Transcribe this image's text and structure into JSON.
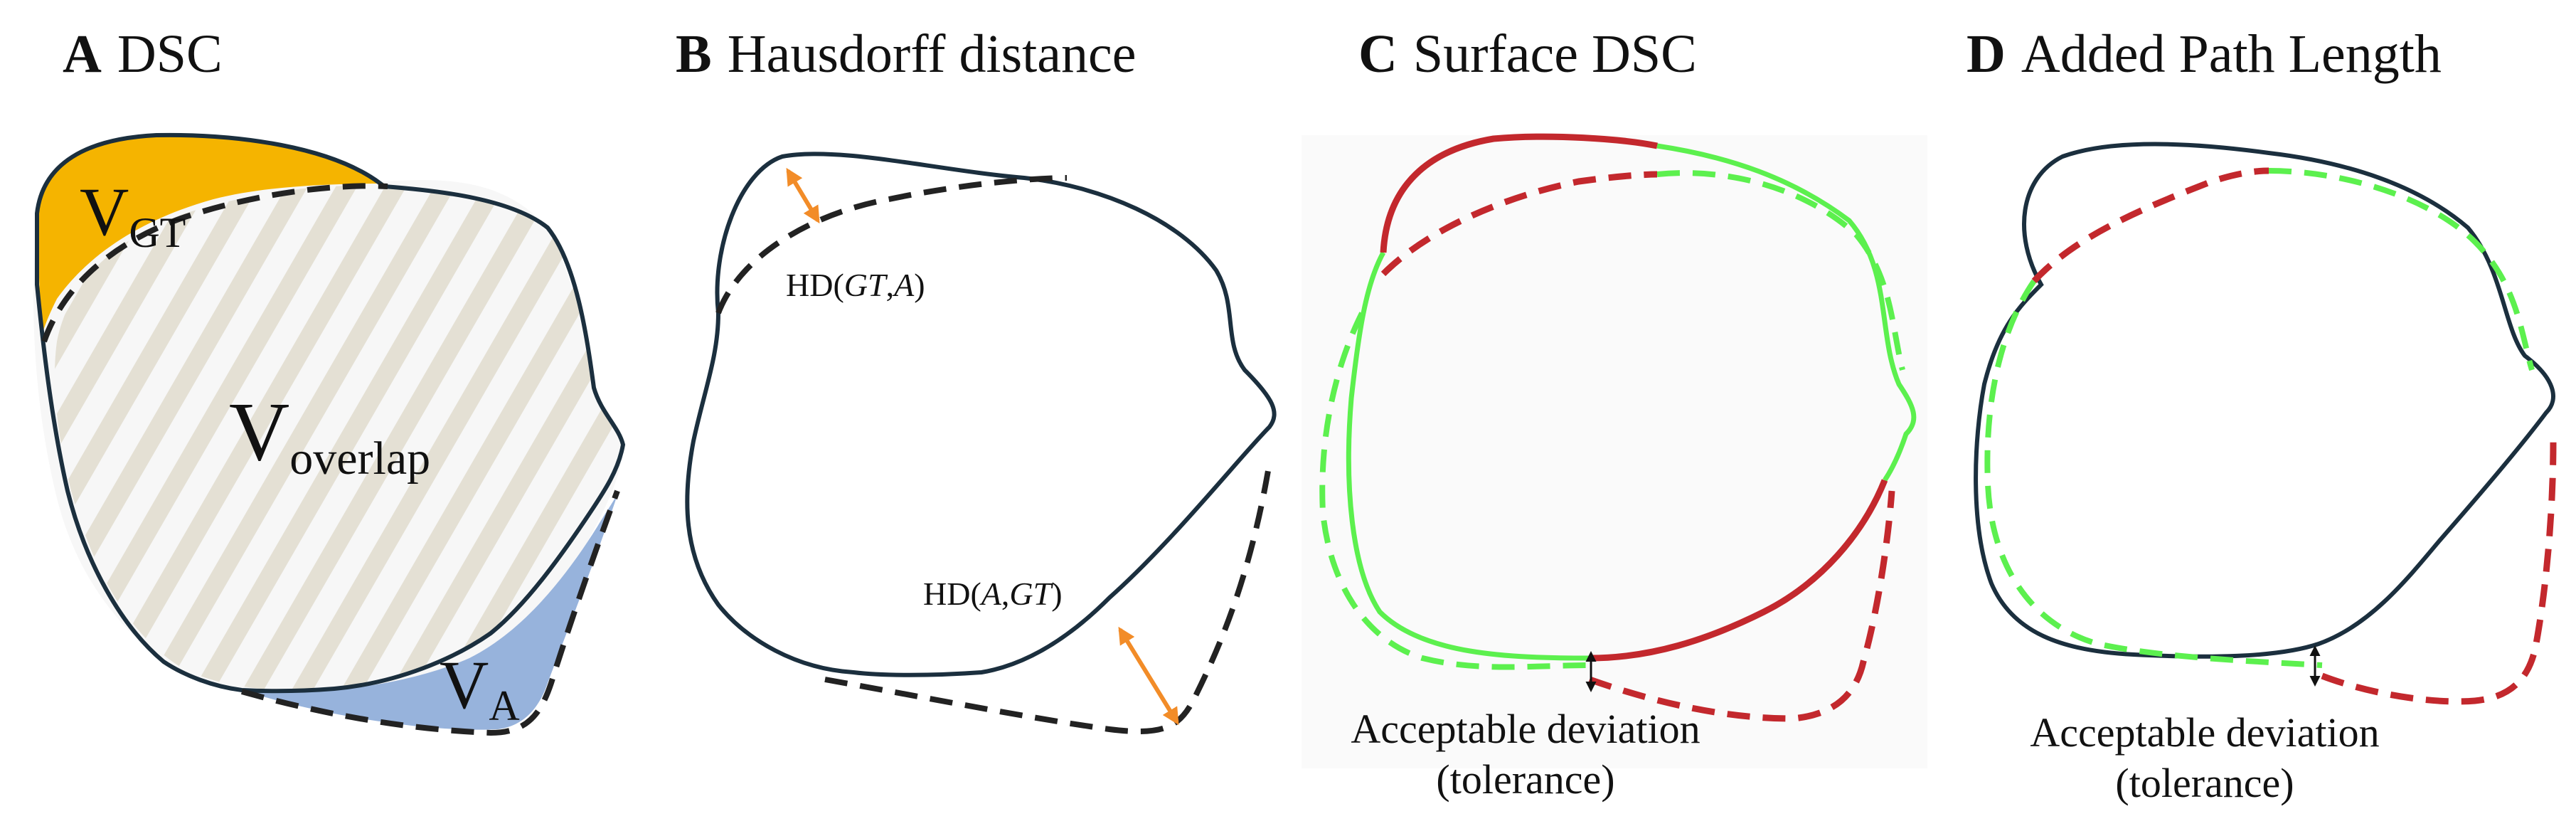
{
  "panels": [
    {
      "letter": "A",
      "title": "DSC"
    },
    {
      "letter": "B",
      "title": "Hausdorff distance"
    },
    {
      "letter": "C",
      "title": "Surface DSC"
    },
    {
      "letter": "D",
      "title": "Added Path Length"
    }
  ],
  "panel_a": {
    "vgt": {
      "main": "V",
      "sub": "GT"
    },
    "voverlap": {
      "main": "V",
      "sub": "overlap"
    },
    "va": {
      "main": "V",
      "sub": "A"
    }
  },
  "panel_b": {
    "hd_gt_a": {
      "prefix": "HD(",
      "arg1": "GT",
      "sep": ",",
      "arg2": "A",
      "suffix": ")"
    },
    "hd_a_gt": {
      "prefix": "HD(",
      "arg1": "A",
      "sep": ",",
      "arg2": "GT",
      "suffix": ")"
    }
  },
  "panel_c": {
    "tolerance_line1": "Acceptable deviation",
    "tolerance_line2": "(tolerance)"
  },
  "panel_d": {
    "tolerance_line1": "Acceptable deviation",
    "tolerance_line2": "(tolerance)"
  },
  "colors": {
    "outline": "#1b2f3e",
    "gt_region": "#f5b400",
    "a_region": "#97b3dc",
    "hatch": "#e4e0d4",
    "dashed": "#222222",
    "arrow": "#f28c28",
    "match": "#5cf04e",
    "mismatch": "#c3282d"
  }
}
